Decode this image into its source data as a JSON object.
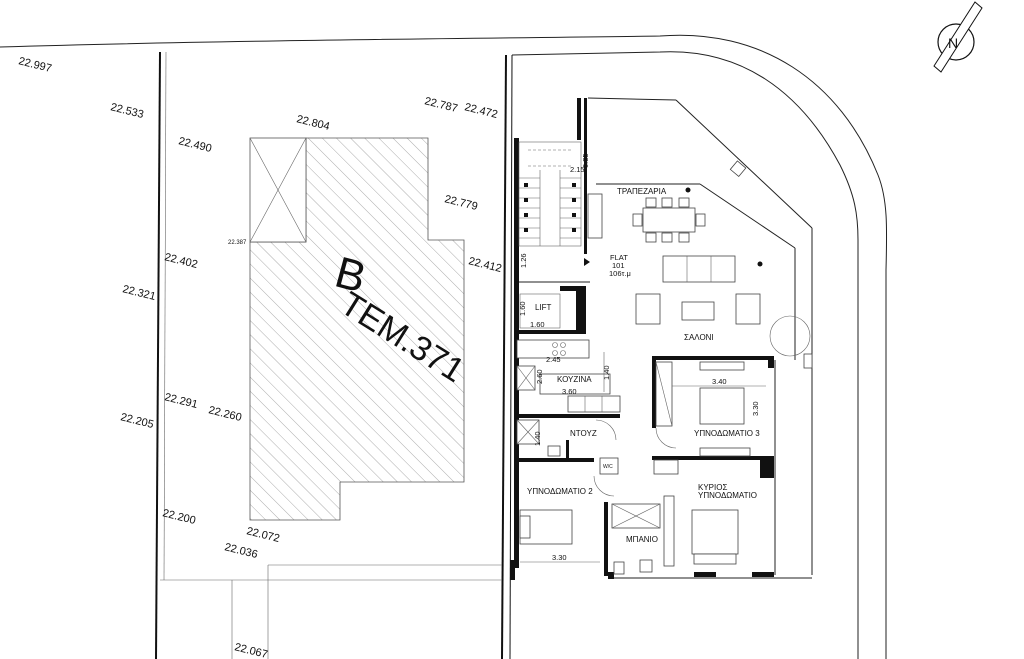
{
  "plot": {
    "block_letter": "B",
    "plot_number": "ΤΕΜ.371"
  },
  "levels": [
    {
      "id": "l1",
      "value": "22.997"
    },
    {
      "id": "l2",
      "value": "22.533"
    },
    {
      "id": "l3",
      "value": "22.490"
    },
    {
      "id": "l4",
      "value": "22.804"
    },
    {
      "id": "l5",
      "value": "22.787"
    },
    {
      "id": "l6",
      "value": "22.472"
    },
    {
      "id": "l7",
      "value": "22.779"
    },
    {
      "id": "l8",
      "value": "22.387"
    },
    {
      "id": "l9",
      "value": "22.402"
    },
    {
      "id": "l10",
      "value": "22.412"
    },
    {
      "id": "l11",
      "value": "22.321"
    },
    {
      "id": "l12",
      "value": "22.291"
    },
    {
      "id": "l13",
      "value": "22.260"
    },
    {
      "id": "l14",
      "value": "22.205"
    },
    {
      "id": "l15",
      "value": "22.200"
    },
    {
      "id": "l16",
      "value": "22.072"
    },
    {
      "id": "l17",
      "value": "22.036"
    },
    {
      "id": "l18",
      "value": "22.067"
    }
  ],
  "compass": {
    "label": "N"
  },
  "rooms": {
    "dining": "ΤΡΑΠΕΖΑΡΙΑ",
    "living": "ΣΑΛΟΝΙ",
    "kitchen": "ΚΟΥΖΙΝΑ",
    "lift": "LIFT",
    "shower": "ΝΤΟΥΖ",
    "wc": "W/C",
    "bedroom3": "ΥΠΝΟΔΩΜΑΤΙΟ 3",
    "bedroom2": "ΥΠΝΟΔΩΜΑΤΙΟ 2",
    "master_line1": "ΚΥΡΙΟΣ",
    "master_line2": "ΥΠΝΟΔΩΜΑΤΙΟ",
    "bathroom": "ΜΠΑΝΙΟ"
  },
  "flat": {
    "line1": "FLAT",
    "line2": "101",
    "line3": "106τ.μ"
  },
  "dimensions": {
    "stair_w": "2.15",
    "stair_h": "0.35",
    "landing": "1.26",
    "lift_h": "1.60",
    "lift_w": "1.60",
    "kitchen_a": "2.45",
    "kitchen_h": "2.60",
    "kitchen_w": "3.60",
    "kitchen_b": "1.40",
    "shower_h": "1.40",
    "bed3_w": "3.40",
    "bed3_h": "3.30",
    "bed2_w": "3.30"
  }
}
